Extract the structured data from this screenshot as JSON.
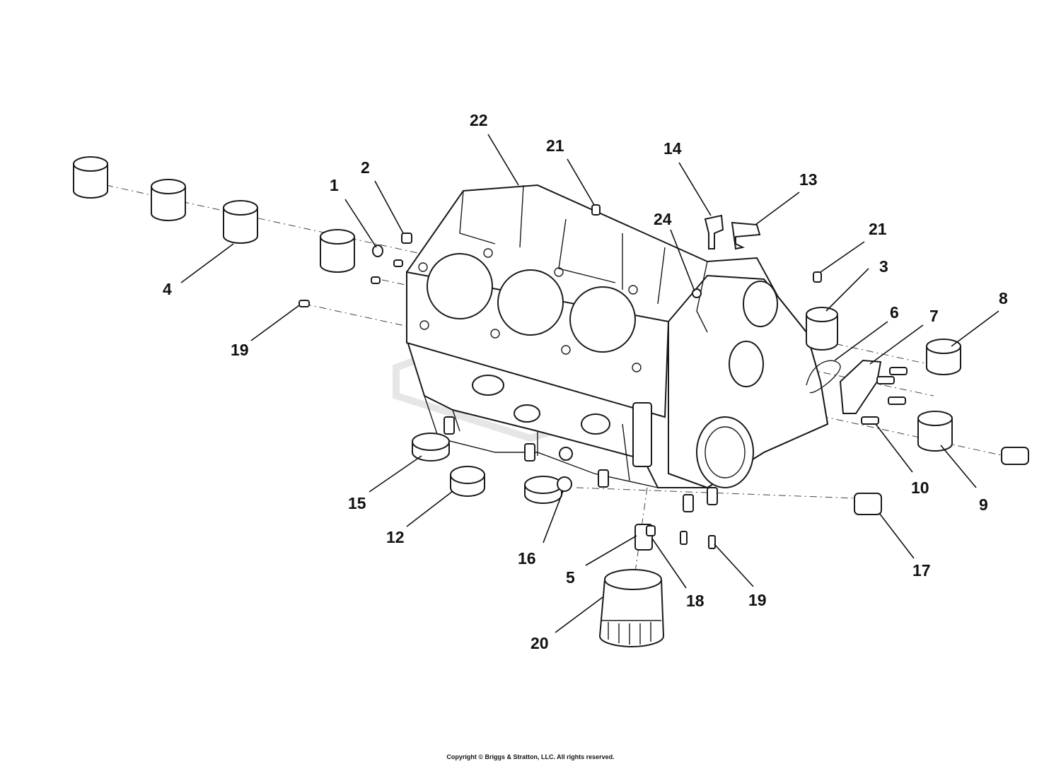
{
  "callouts": [
    {
      "label": "1"
    },
    {
      "label": "2"
    },
    {
      "label": "3"
    },
    {
      "label": "4"
    },
    {
      "label": "5"
    },
    {
      "label": "6"
    },
    {
      "label": "7"
    },
    {
      "label": "8"
    },
    {
      "label": "9"
    },
    {
      "label": "10"
    },
    {
      "label": "12"
    },
    {
      "label": "13"
    },
    {
      "label": "14"
    },
    {
      "label": "15"
    },
    {
      "label": "16"
    },
    {
      "label": "17"
    },
    {
      "label": "18"
    },
    {
      "label": "19"
    },
    {
      "label": "19"
    },
    {
      "label": "20"
    },
    {
      "label": "21"
    },
    {
      "label": "21"
    },
    {
      "label": "22"
    },
    {
      "label": "24"
    }
  ],
  "footer": {
    "copyright": "Copyright © Briggs & Stratton, LLC. All rights reserved."
  }
}
